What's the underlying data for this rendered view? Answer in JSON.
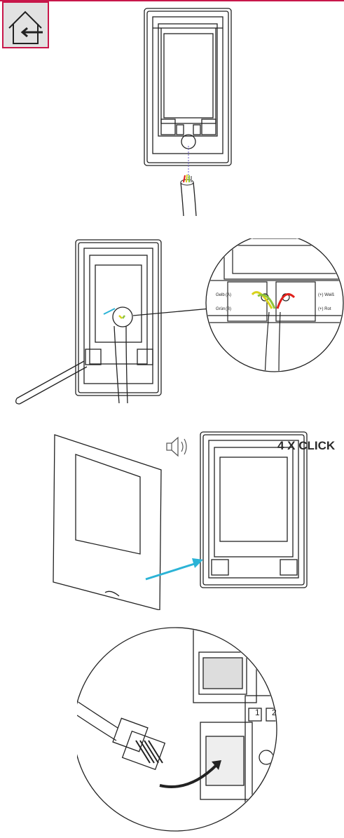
{
  "nav": {
    "home_label": "home-back"
  },
  "step3": {
    "click_text": "4 X CLICK"
  },
  "terminal_labels": {
    "gelb": "Gelb",
    "a": "(A)",
    "gruen": "Grün",
    "b": "(B)",
    "weiss": "(+) Weiß",
    "rot": "(+) Rot"
  },
  "colors": {
    "accent": "#c8174a",
    "arrow": "#2bb3d6",
    "wire_red": "#e0201b",
    "wire_yellow": "#d8d21a",
    "wire_green": "#8dc43c"
  }
}
